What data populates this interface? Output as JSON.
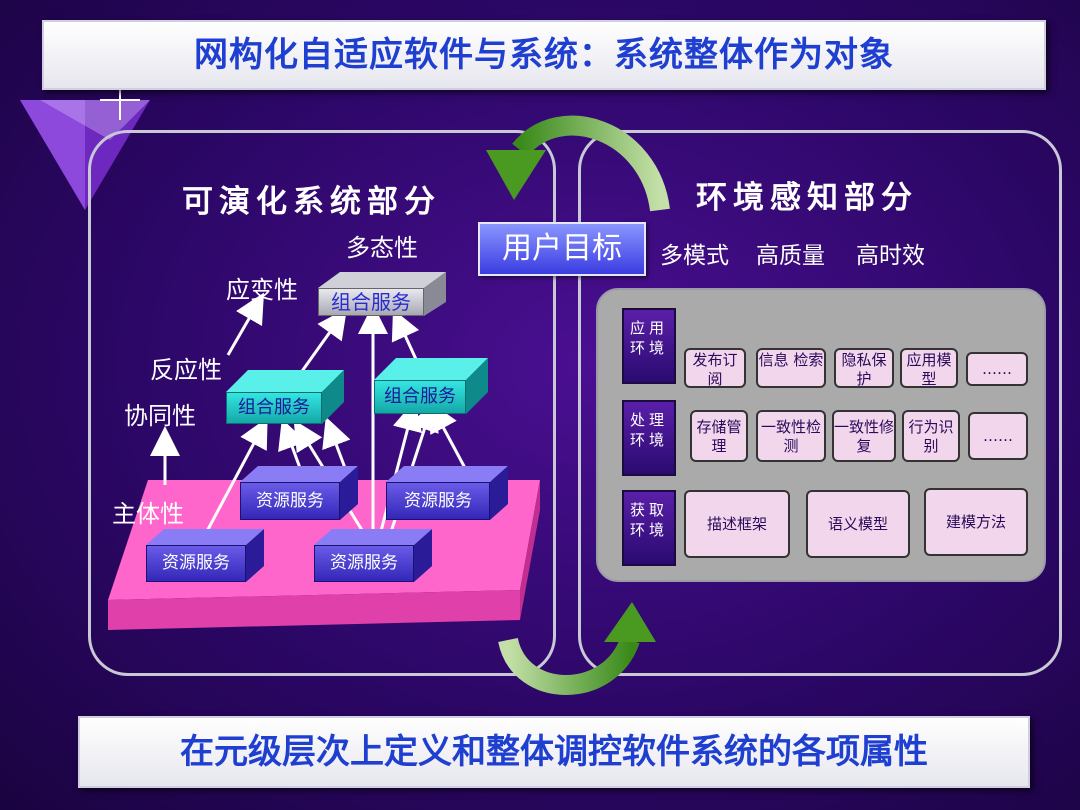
{
  "title": "网构化自适应软件与系统：系统整体作为对象",
  "footer": "在元级层次上定义和整体调控软件系统的各项属性",
  "left": {
    "heading": "可演化系统部分",
    "properties": {
      "polymorphism": "多态性",
      "adaptability": "应变性",
      "reactivity": "反应性",
      "collaboration": "协同性",
      "subjectivity": "主体性"
    },
    "composite_service": "组合服务",
    "resource_service": "资源服务"
  },
  "center": {
    "user_goal": "用户目标"
  },
  "right": {
    "heading": "环境感知部分",
    "qualities": [
      "多模式",
      "高质量",
      "高时效"
    ],
    "rows": [
      {
        "label": "应用环境",
        "items": [
          "发布订阅",
          "信息 检索",
          "隐私保护",
          "应用模型",
          "……"
        ]
      },
      {
        "label": "处理环境",
        "items": [
          "存储管理",
          "一致性检测",
          "一致性修复",
          "行为识别",
          "……"
        ]
      },
      {
        "label": "获取环境",
        "items": [
          "描述框架",
          "语义模型",
          "建模方法"
        ]
      }
    ]
  },
  "colors": {
    "title_text": "#1e3fd0",
    "background": "#2c0767",
    "platform": "#ff66cc",
    "arrow_green": "#5ca02a"
  }
}
